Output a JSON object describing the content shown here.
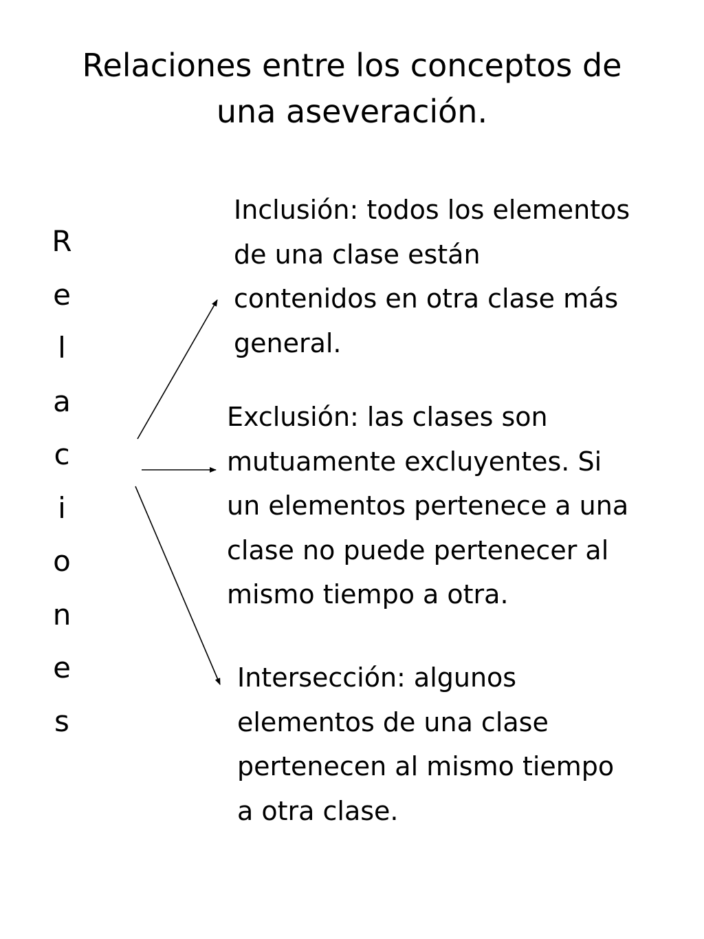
{
  "title": {
    "lines": [
      "Relaciones entre los conceptos de",
      "una aseveración."
    ]
  },
  "vertical_label": {
    "letters": [
      "R",
      "e",
      "l",
      "a",
      "c",
      "i",
      "o",
      "n",
      "e",
      "s"
    ]
  },
  "relations": [
    {
      "key": "inclusion",
      "lines": [
        "Inclusión: todos los elementos",
        "de una clase están",
        "contenidos en otra clase más",
        "general."
      ]
    },
    {
      "key": "exclusion",
      "lines": [
        "Exclusión: las clases son",
        "mutuamente excluyentes. Si",
        "un elementos pertenece a una",
        "clase no puede pertenecer al",
        "mismo tiempo a otra."
      ]
    },
    {
      "key": "interseccion",
      "lines": [
        "Intersección: algunos",
        "elementos de una clase",
        "pertenecen al mismo tiempo",
        "a otra clase."
      ]
    }
  ],
  "colors": {
    "text": "#000000",
    "background": "#ffffff",
    "arrow": "#000000"
  }
}
